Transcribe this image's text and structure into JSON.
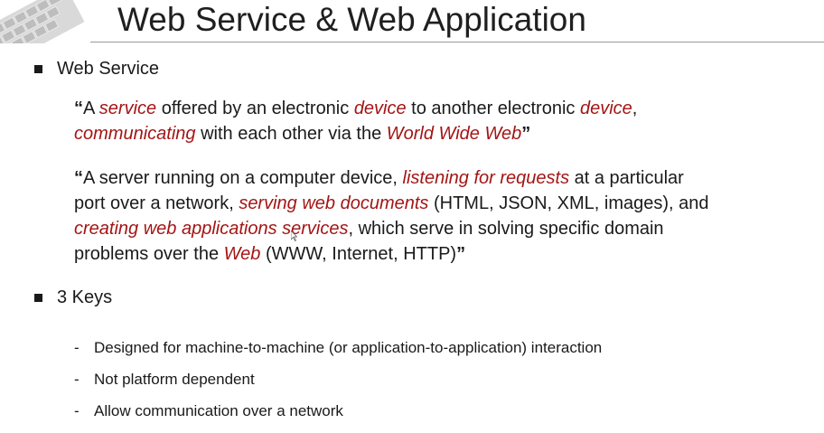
{
  "slide": {
    "title": "Web Service & Web Application",
    "sections": [
      {
        "heading": "Web Service"
      },
      {
        "heading": "3 Keys"
      }
    ],
    "quote1": [
      {
        "t": "“",
        "s": "qm"
      },
      {
        "t": "A ",
        "s": "n"
      },
      {
        "t": "service",
        "s": "hl"
      },
      {
        "t": " offered by an electronic ",
        "s": "n"
      },
      {
        "t": "device",
        "s": "hl"
      },
      {
        "t": " to another electronic ",
        "s": "n"
      },
      {
        "t": "device",
        "s": "hl"
      },
      {
        "t": ", ",
        "s": "n"
      },
      {
        "t": "br",
        "s": "br"
      },
      {
        "t": "communicating",
        "s": "hl"
      },
      {
        "t": " with each other via the ",
        "s": "n"
      },
      {
        "t": "World Wide Web",
        "s": "hl"
      },
      {
        "t": "”",
        "s": "qm"
      }
    ],
    "quote2": [
      {
        "t": "“",
        "s": "qm"
      },
      {
        "t": "A server running on a computer device, ",
        "s": "n"
      },
      {
        "t": "listening for requests",
        "s": "hl"
      },
      {
        "t": " at a particular ",
        "s": "n"
      },
      {
        "t": "br",
        "s": "br"
      },
      {
        "t": "port over a network, ",
        "s": "n"
      },
      {
        "t": "serving web documents",
        "s": "hl"
      },
      {
        "t": " (HTML, JSON, XML, images), and ",
        "s": "n"
      },
      {
        "t": "br",
        "s": "br"
      },
      {
        "t": "creating web applications services",
        "s": "hl"
      },
      {
        "t": ", which serve in solving specific domain ",
        "s": "n"
      },
      {
        "t": "br",
        "s": "br"
      },
      {
        "t": "problems over the ",
        "s": "n"
      },
      {
        "t": "Web",
        "s": "hl"
      },
      {
        "t": " (WWW, Internet, HTTP)",
        "s": "n"
      },
      {
        "t": "”",
        "s": "qm"
      }
    ],
    "keys": [
      {
        "dash": "-",
        "text": "Designed for machine-to-machine (or application-to-application) interaction"
      },
      {
        "dash": "-",
        "text": "Not platform dependent"
      },
      {
        "dash": "-",
        "text": "Allow communication over a network"
      }
    ]
  }
}
